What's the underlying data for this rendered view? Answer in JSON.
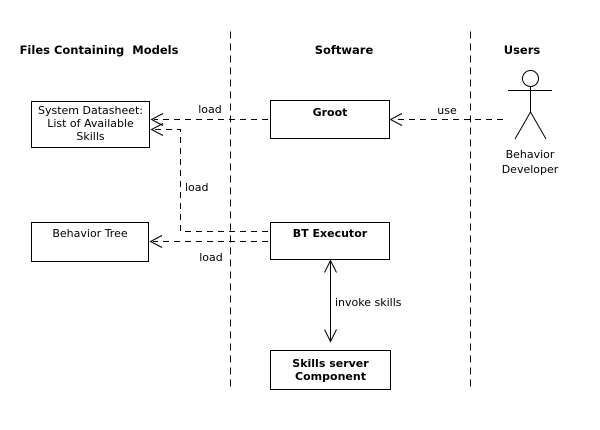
{
  "columns": {
    "files": "Files Containing  Models",
    "software": "Software",
    "users": "Users"
  },
  "boxes": {
    "datasheet": {
      "line1": "System Datasheet:",
      "line2": "List of Available",
      "line3": "Skills"
    },
    "behavior_tree": {
      "label": "Behavior Tree"
    },
    "groot": {
      "label": "Groot"
    },
    "bt_executor": {
      "label": "BT Executor"
    },
    "skills_server": {
      "line1": "Skills server",
      "line2": "Component"
    }
  },
  "edge_labels": {
    "load_groot_to_datasheet": "load",
    "load_executor_to_datasheet": "load",
    "load_executor_to_tree": "load",
    "use": "use",
    "invoke_skills": "invoke skills"
  },
  "actor": {
    "name_line1": "Behavior",
    "name_line2": "Developer"
  },
  "colors": {
    "line": "#000000",
    "text": "#000000",
    "background": "#ffffff",
    "box_fill": "#ffffff"
  }
}
